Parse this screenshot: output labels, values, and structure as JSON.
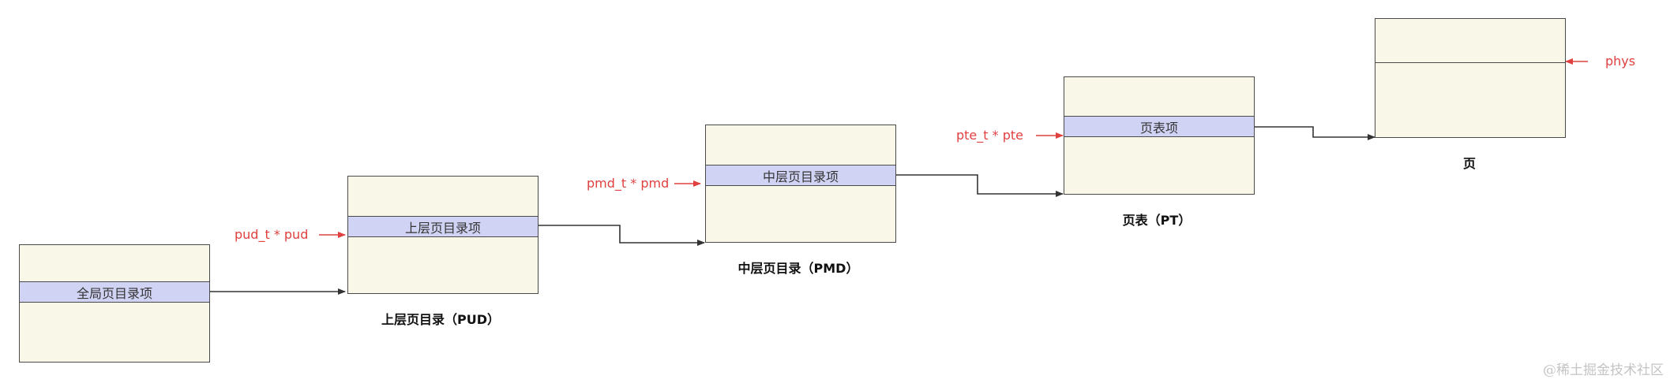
{
  "tables": [
    {
      "id": "pgd",
      "entry_label": "全局页目录项",
      "caption": ""
    },
    {
      "id": "pud",
      "entry_label": "上层页目录项",
      "caption": "上层页目录（PUD）",
      "pointer": "pud_t * pud"
    },
    {
      "id": "pmd",
      "entry_label": "中层页目录项",
      "caption": "中层页目录（PMD）",
      "pointer": "pmd_t * pmd"
    },
    {
      "id": "pt",
      "entry_label": "页表项",
      "caption": "页表（PT）",
      "pointer": "pte_t * pte"
    },
    {
      "id": "page",
      "entry_label": "",
      "caption": "页",
      "pointer": "phys"
    }
  ],
  "colors": {
    "table_fill": "#f9f8e8",
    "entry_fill": "#d1d3f4",
    "pointer_red": "#e0403f",
    "line": "#333333"
  },
  "watermark": "@稀土掘金技术社区"
}
